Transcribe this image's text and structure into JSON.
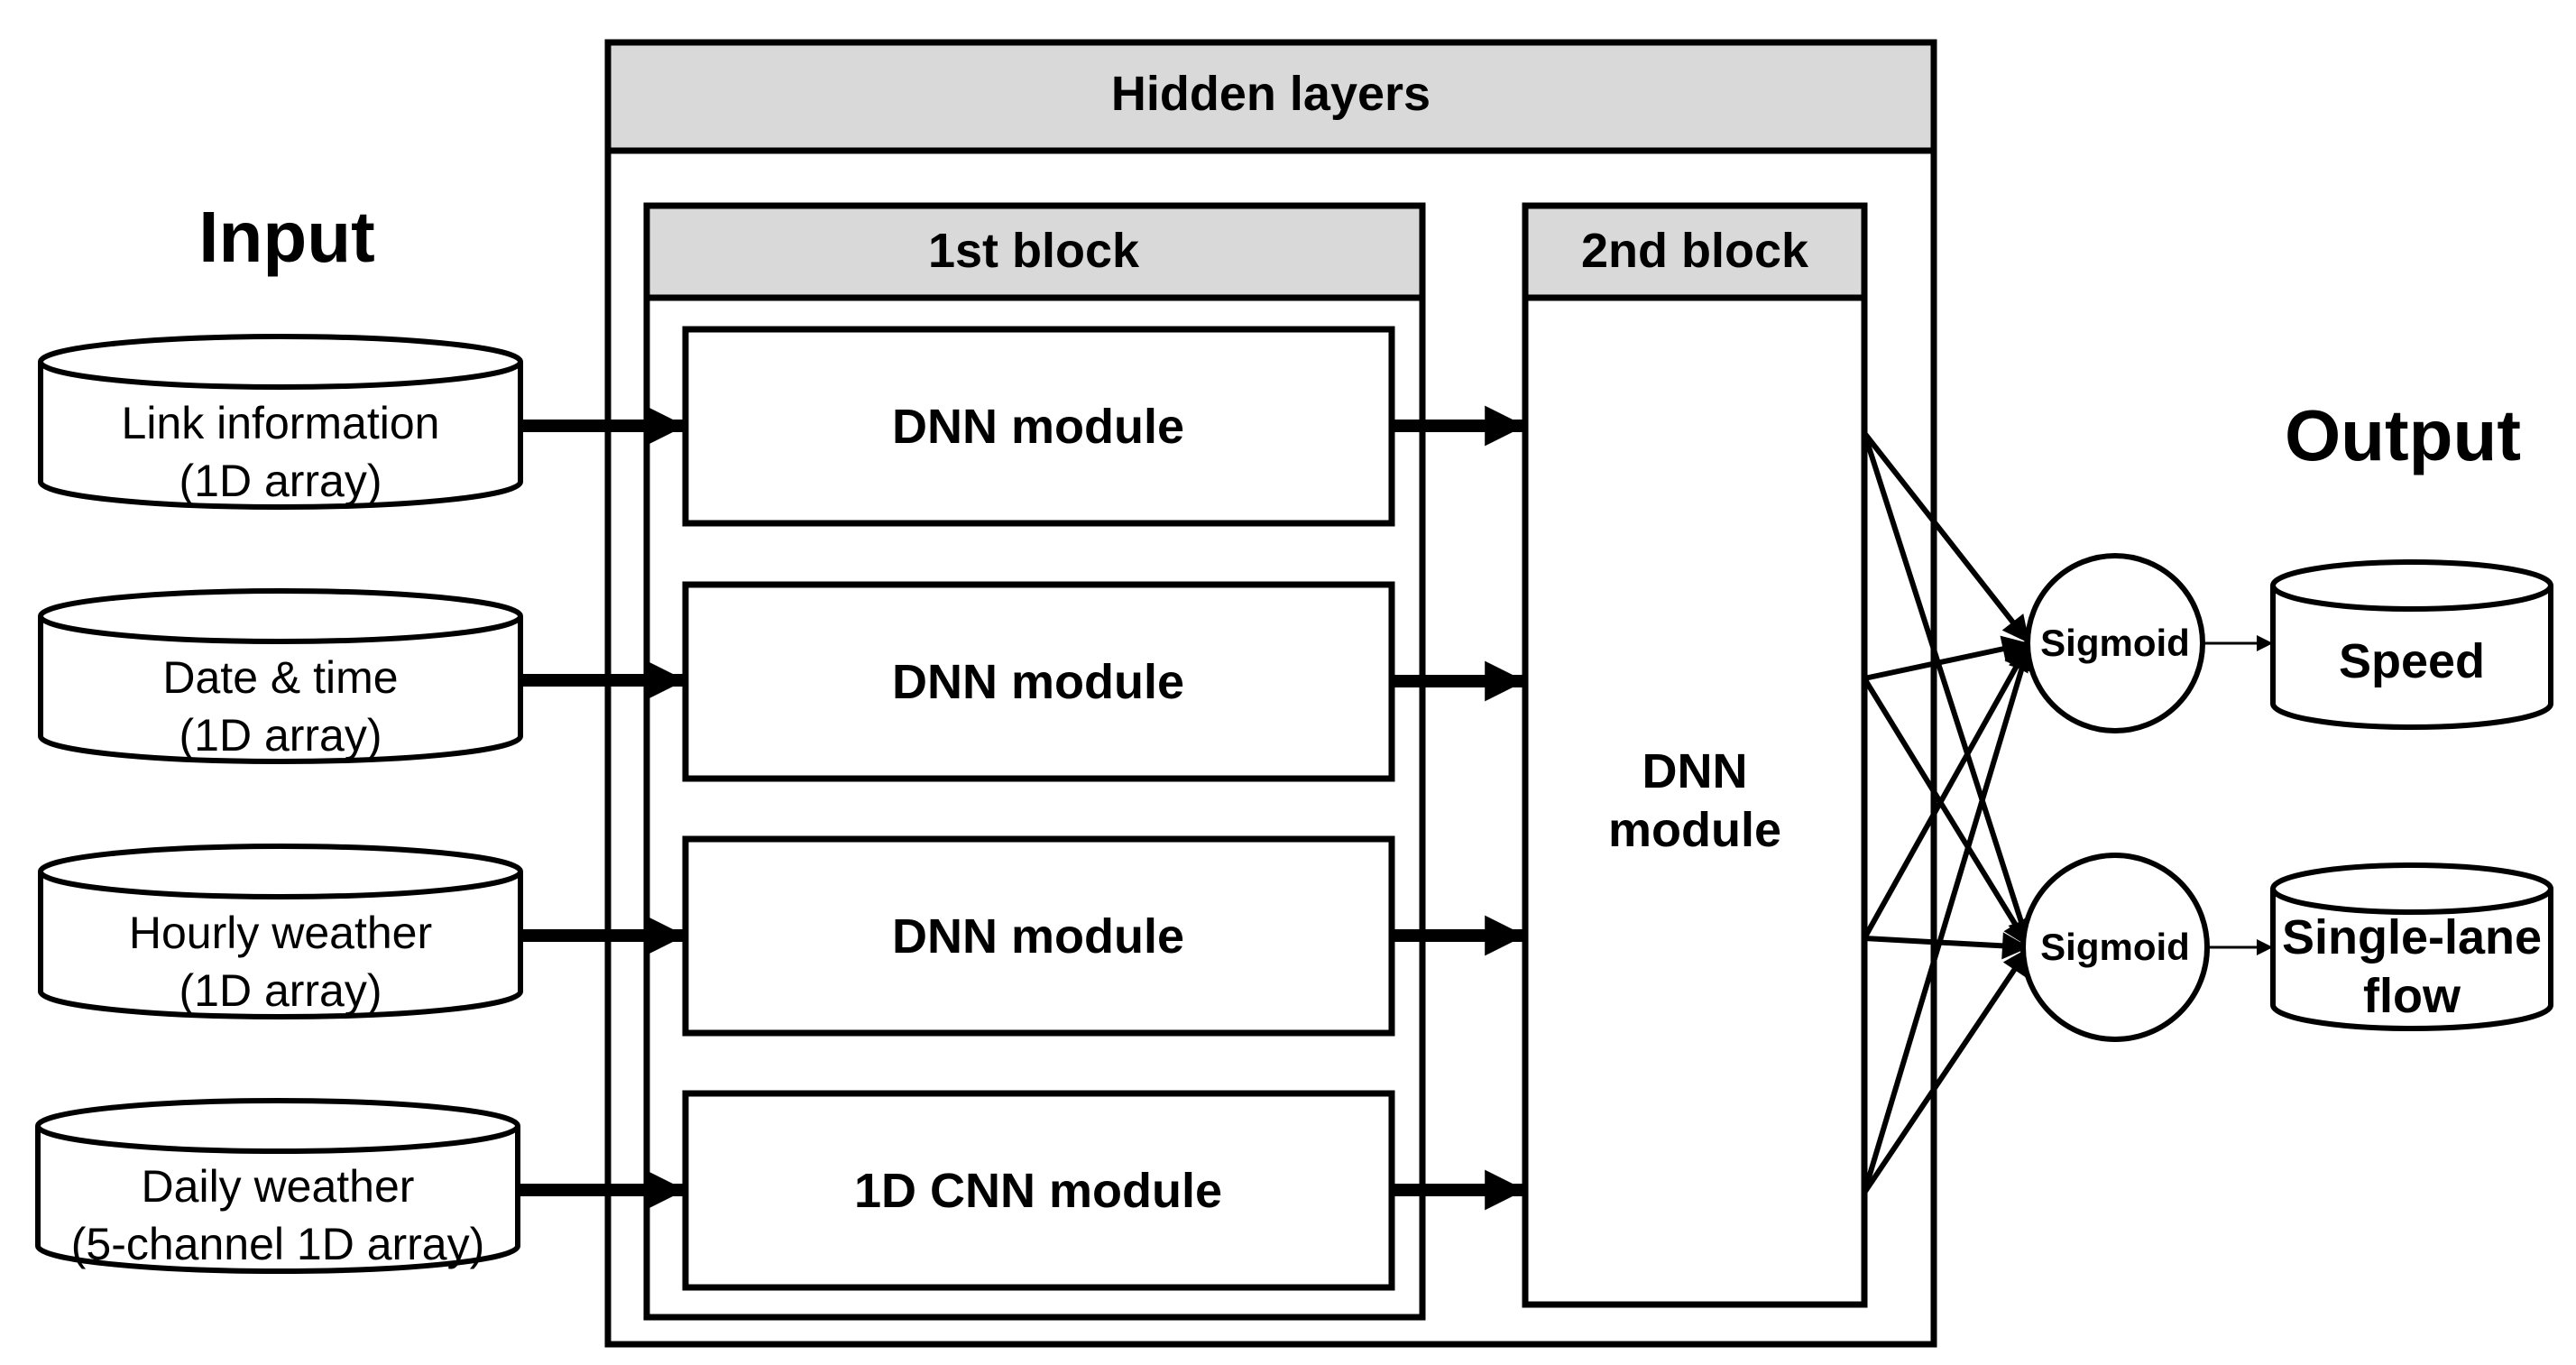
{
  "input": {
    "title": "Input",
    "items": [
      {
        "line1": "Link information",
        "line2": "(1D array)"
      },
      {
        "line1": "Date & time",
        "line2": "(1D array)"
      },
      {
        "line1": "Hourly weather",
        "line2": "(1D array)"
      },
      {
        "line1": "Daily weather",
        "line2": "(5-channel 1D array)"
      }
    ]
  },
  "hidden": {
    "title": "Hidden layers",
    "block1": {
      "title": "1st block",
      "modules": [
        "DNN module",
        "DNN module",
        "DNN module",
        "1D CNN module"
      ]
    },
    "block2": {
      "title": "2nd block",
      "module_line1": "DNN",
      "module_line2": "module"
    }
  },
  "output": {
    "title": "Output",
    "activations": [
      "Sigmoid",
      "Sigmoid"
    ],
    "targets": [
      {
        "line1": "Speed",
        "line2": ""
      },
      {
        "line1": "Single-lane",
        "line2": "flow"
      }
    ]
  }
}
